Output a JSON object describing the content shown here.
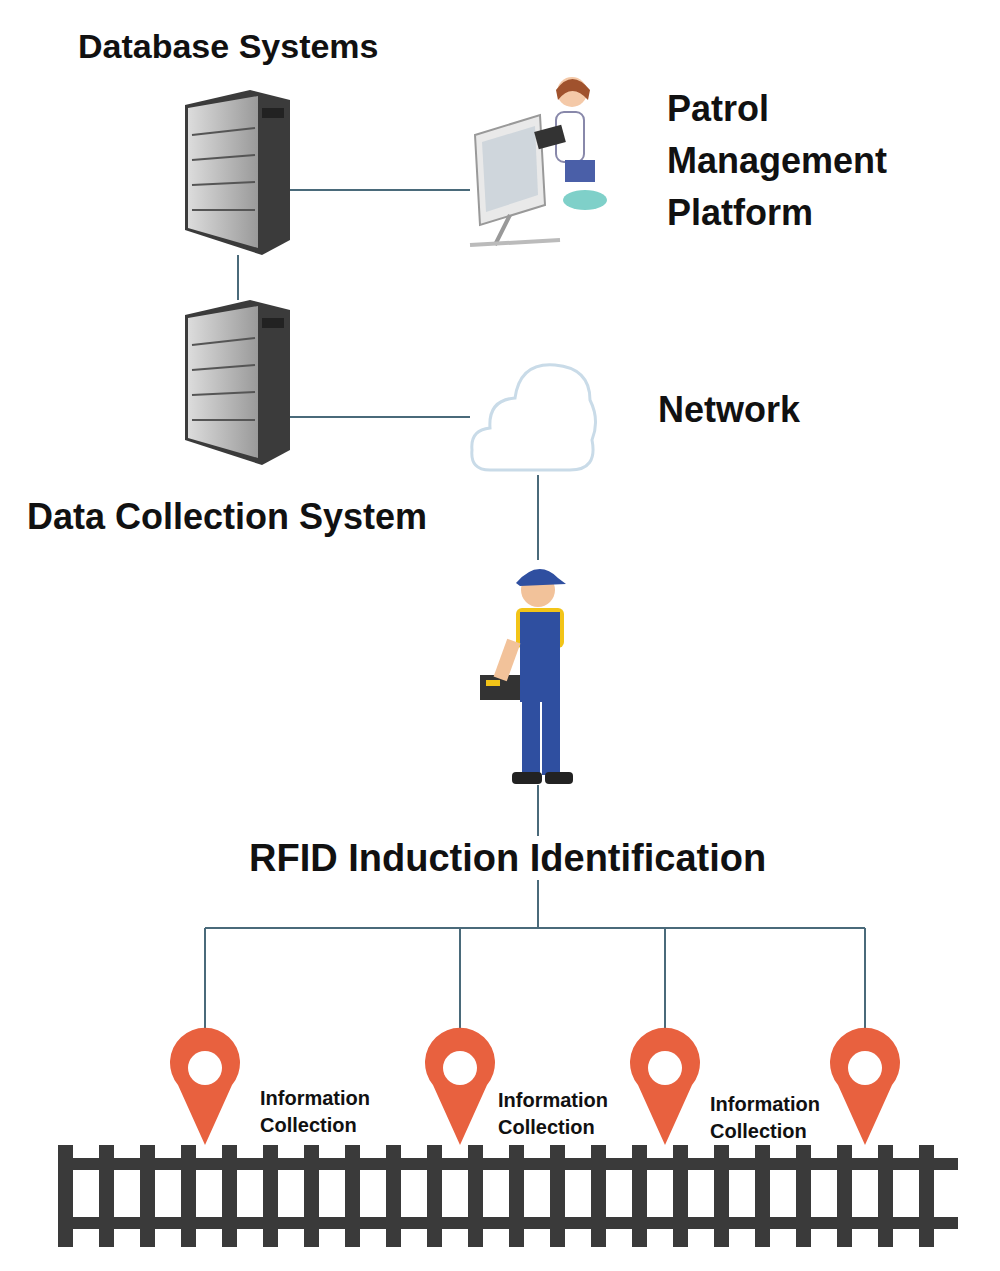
{
  "diagram": {
    "nodes": [
      {
        "text": [
          "Database Systems"
        ]
      },
      {
        "text": [
          "Patrol Management Platform"
        ]
      },
      {
        "text": [
          "Data Collection System"
        ]
      },
      {
        "text": [
          "Network"
        ]
      },
      {
        "text": [
          "RFID Induction Identification"
        ]
      }
    ],
    "edges": [
      {
        "from": 0,
        "to": 1,
        "arrow": "none"
      },
      {
        "from": 0,
        "to": 2,
        "arrow": "none"
      },
      {
        "from": 2,
        "to": 3,
        "arrow": "none"
      },
      {
        "from": 3,
        "to": 4,
        "arrow": "none"
      }
    ],
    "labels": [
      "Information Collection",
      "Information Collection",
      "Information Collection"
    ]
  }
}
